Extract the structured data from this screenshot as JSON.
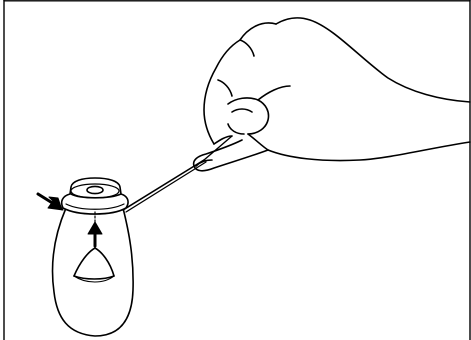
{
  "figure": {
    "background": "#ffffff",
    "line_color": "#000000",
    "elements": [
      "bottle",
      "bottle-cap",
      "nozzle-hole",
      "internal-valve",
      "hand",
      "thin-wire-tool",
      "left-arrow",
      "up-arrow"
    ]
  }
}
